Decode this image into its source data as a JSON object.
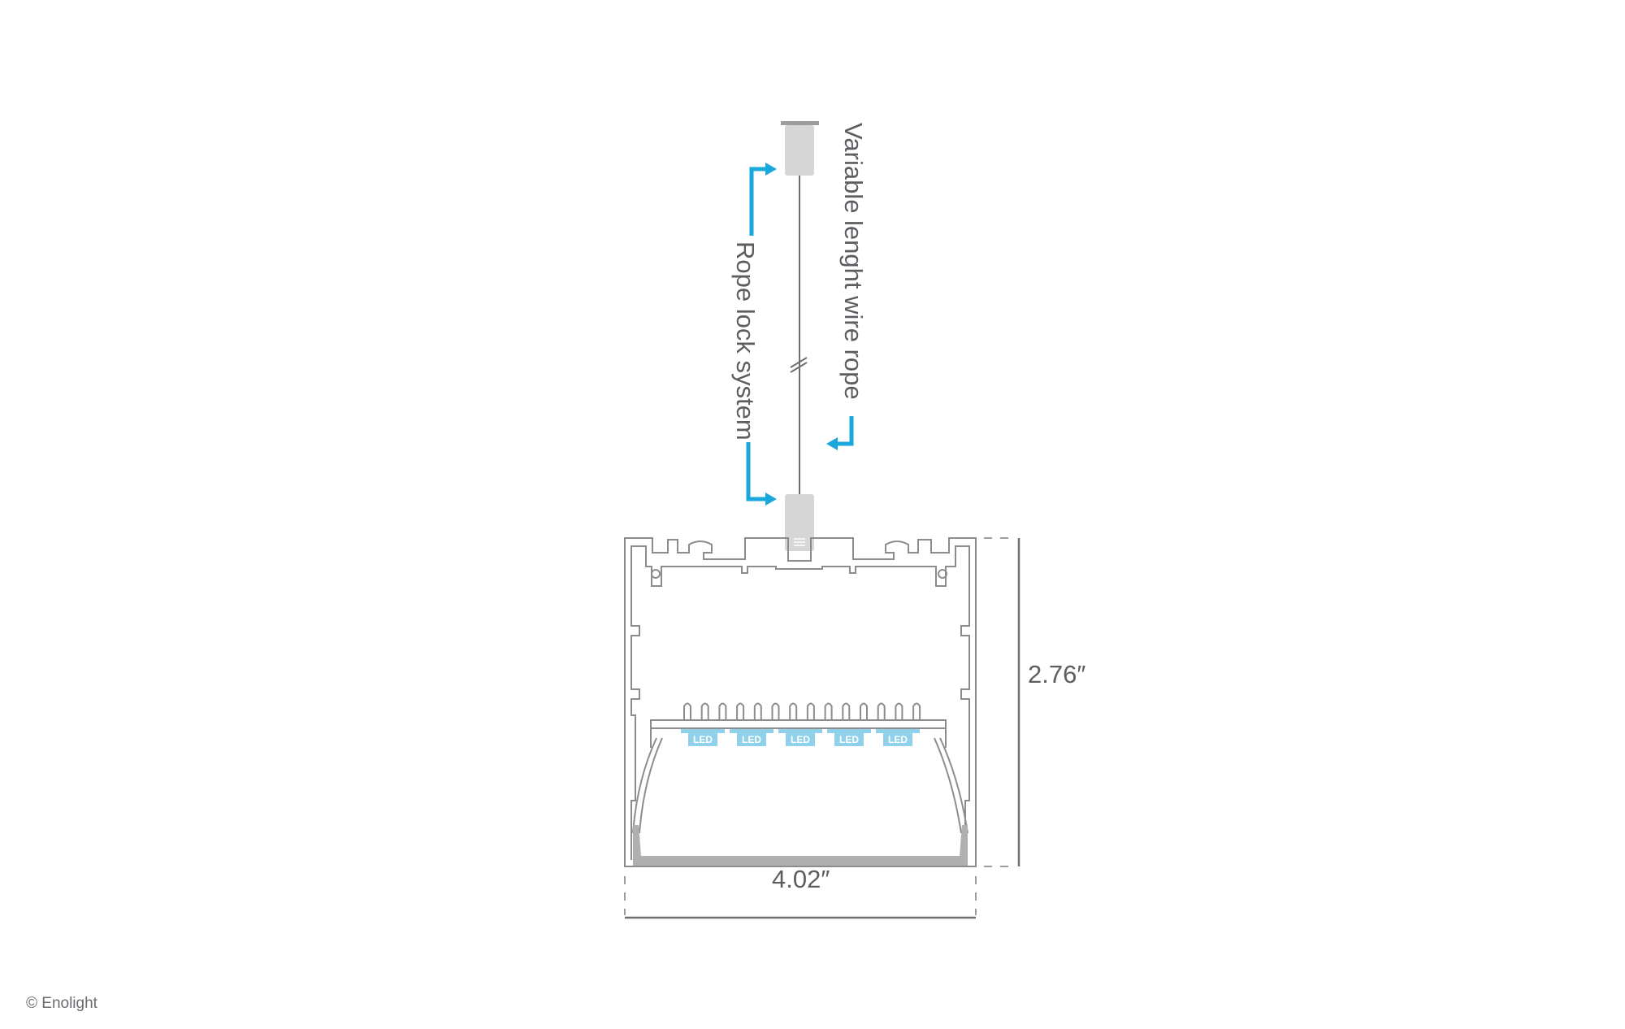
{
  "labels": {
    "wire_rope": "Variable lenght wire rope",
    "rope_lock": "Rope lock system",
    "width_dim": "4.02″",
    "height_dim": "2.76″",
    "led": "LED",
    "copyright": "© Enolight"
  },
  "colors": {
    "arrow": "#1aa7dc",
    "led": "#8fd0ea",
    "outline": "#8a8c8f",
    "mount": "#d6d6d6",
    "text": "#5b5d60"
  }
}
